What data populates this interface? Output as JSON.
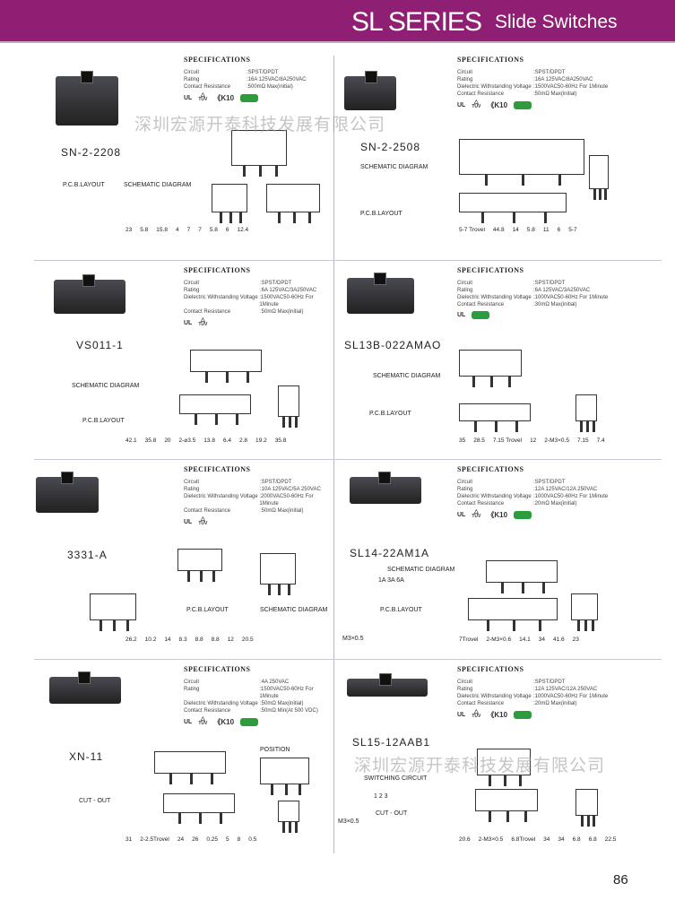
{
  "header": {
    "series": "SL  SERIES",
    "subtitle": "Slide Switches"
  },
  "watermark": "深圳宏源开泰科技发展有限公司",
  "page_number": "86",
  "spec_title": "SPECIFICATIONS",
  "panels": [
    {
      "name": "SN-2-2208",
      "specs": [
        [
          "Circuit",
          ":SPST/DPDT"
        ],
        [
          "Rating",
          ":16A 125VAC/8A250VAC"
        ],
        [
          "Contact Resistance",
          ":500mΩ Max(initial)"
        ]
      ],
      "certs": [
        "UL",
        "TUV",
        "K10",
        "green"
      ],
      "labels": [
        "P.C.B.LAYOUT",
        "SCHEMATIC DIAGRAM"
      ],
      "dims": [
        "23",
        "5.8",
        "15.8",
        "4",
        "7",
        "7",
        "5.8",
        "6",
        "12.4"
      ]
    },
    {
      "name": "SN-2-2508",
      "specs": [
        [
          "Circuit",
          ":SPST/DPDT"
        ],
        [
          "Rating",
          ":16A 125VAC/8A250VAC"
        ],
        [
          "Dielectric Withstanding Voltage",
          ":1500VAC50-60Hz For 1Minute"
        ],
        [
          "Contact Resistance",
          ":50mΩ Max(initial)"
        ]
      ],
      "certs": [
        "UL",
        "TUV",
        "K10",
        "green"
      ],
      "labels": [
        "SCHEMATIC DIAGRAM",
        "P.C.B.LAYOUT"
      ],
      "dims": [
        "5-7 Trovel",
        "44.8",
        "14",
        "5.8",
        "11",
        "6",
        "5-7"
      ]
    },
    {
      "name": "VS011-1",
      "specs": [
        [
          "Circuit",
          ":SPST/DPDT"
        ],
        [
          "Rating",
          ":6A 125VAC/3A250VAC"
        ],
        [
          "Dielectric Withstanding Voltage",
          ":1500VAC50-60Hz For 1Minute"
        ],
        [
          "Contact Resistance",
          ":50mΩ Max(initial)"
        ]
      ],
      "certs": [
        "UL",
        "TUV"
      ],
      "labels": [
        "SCHEMATIC DIAGRAM",
        "P.C.B.LAYOUT"
      ],
      "dims": [
        "42.1",
        "35.8",
        "20",
        "2-⌀3.5",
        "13.8",
        "6.4",
        "2.8",
        "19.2",
        "35.8"
      ]
    },
    {
      "name": "SL13B-022AMAO",
      "specs": [
        [
          "Circuit",
          ":SPST/DPDT"
        ],
        [
          "Rating",
          ":6A 125VAC/3A250VAC"
        ],
        [
          "Dielectric Withstanding Voltage",
          ":1000VAC50-60Hz For 1Minute"
        ],
        [
          "Contact Resistance",
          ":30mΩ Max(initial)"
        ]
      ],
      "certs": [
        "UL",
        "green"
      ],
      "labels": [
        "SCHEMATIC DIAGRAM",
        "P.C.B.LAYOUT"
      ],
      "dims": [
        "35",
        "28.5",
        "7.15 Trovel",
        "12",
        "2-M3×0.5",
        "7.15",
        "7.4"
      ]
    },
    {
      "name": "3331-A",
      "specs": [
        [
          "Circuit",
          ":SPST/DPDT"
        ],
        [
          "Rating",
          ":10A 125VAC/5A 250VAC"
        ],
        [
          "Dielectric Withstanding Voltage",
          ":2000VAC50-60Hz For 1Minute"
        ],
        [
          "Contact Resistance",
          ":50mΩ Max(initial)"
        ]
      ],
      "certs": [
        "UL",
        "TUV"
      ],
      "labels": [
        "P.C.B.LAYOUT",
        "SCHEMATIC DIAGRAM"
      ],
      "dims": [
        "26.2",
        "10.2",
        "14",
        "8.3",
        "8.8",
        "8.8",
        "12",
        "20.5"
      ]
    },
    {
      "name": "SL14-22AM1A",
      "specs": [
        [
          "Circuit",
          ":SPST/DPDT"
        ],
        [
          "Rating",
          ":12A 125VAC/12A 250VAC"
        ],
        [
          "Dielectric Withstanding Voltage",
          ":1000VAC50-60Hz For 1Minute"
        ],
        [
          "Contact Resistance",
          ":20mΩ Max(initial)"
        ]
      ],
      "certs": [
        "UL",
        "TUV",
        "K10",
        "green"
      ],
      "labels": [
        "SCHEMATIC DIAGRAM",
        "P.C.B.LAYOUT",
        "1A  3A  6A",
        "M3×0.5"
      ],
      "dims": [
        "7Trovel",
        "2-M3×0.6",
        "14.1",
        "34",
        "41.6",
        "23"
      ]
    },
    {
      "name": "XN-11",
      "specs": [
        [
          "Circuit",
          ":4A 250VAC"
        ],
        [
          "Rating",
          ":1500VAC50-60Hz For 1Minute"
        ],
        [
          "Dielectric Withstanding Voltage",
          ":50mΩ Max(initial)"
        ],
        [
          "Contact Resistance",
          ":50mΩ Min(At 500 VDC)"
        ]
      ],
      "certs": [
        "UL",
        "TUV",
        "K10",
        "green"
      ],
      "labels": [
        "CUT - OUT",
        "POSITION"
      ],
      "dims": [
        "31",
        "2-2.5Trovel",
        "24",
        "26",
        "0.25",
        "5",
        "8",
        "0.5"
      ]
    },
    {
      "name": "SL15-12AAB1",
      "specs": [
        [
          "Circuit",
          ":SPST/DPDT"
        ],
        [
          "Rating",
          ":12A 125VAC/12A 250VAC"
        ],
        [
          "Dielectric Withstanding Voltage",
          ":1000VAC50-60Hz For 1Minute"
        ],
        [
          "Contact Resistance",
          ":20mΩ Max(initial)"
        ]
      ],
      "certs": [
        "UL",
        "TUV",
        "K10",
        "green"
      ],
      "labels": [
        "SWITCHING CIRCUIT",
        "1    2    3",
        "CUT - OUT",
        "M3×0.5"
      ],
      "dims": [
        "20.6",
        "2-M3×0.5",
        "6.8Trovel",
        "34",
        "34",
        "6.8",
        "6.8",
        "22.5"
      ]
    }
  ]
}
